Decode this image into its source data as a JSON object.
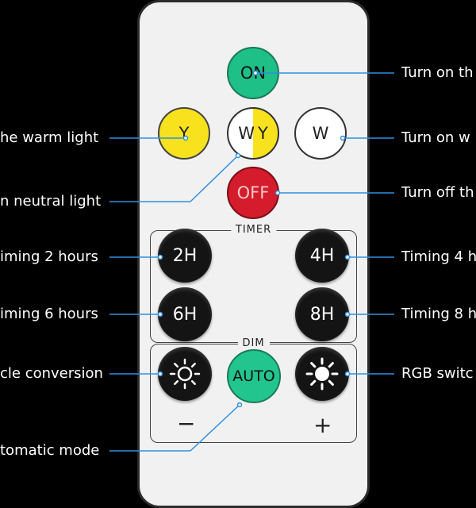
{
  "remote": {
    "buttons": {
      "on": "ON",
      "warm": "Y",
      "neutral_w": "W",
      "neutral_y": "Y",
      "white": "W",
      "off": "OFF",
      "timer_2h": "2H",
      "timer_4h": "4H",
      "timer_6h": "6H",
      "timer_8h": "8H",
      "auto": "AUTO"
    },
    "groups": {
      "timer_label": "TIMER",
      "dim_label": "DIM"
    },
    "dim_minus": "−",
    "dim_plus": "+"
  },
  "labels": {
    "left": {
      "warm_light": "he warm light",
      "neutral_light": "n neutral light",
      "timing_2": "iming 2 hours",
      "timing_6": "iming 6 hours",
      "cycle": "cle conversion",
      "auto_mode": "tomatic mode"
    },
    "right": {
      "turn_on": "Turn on th",
      "turn_on_white": "Turn on w",
      "turn_off": "Turn off th",
      "timing_4": "Timing 4 h",
      "timing_8": "Timing 8 h",
      "rgb_switch": "RGB switc"
    }
  },
  "colors": {
    "on_green": "#1fbf88",
    "auto_green": "#22c58e",
    "warm_yellow": "#f7e21d",
    "off_red": "#d41c2c",
    "line_blue": "#2f8fe0"
  }
}
